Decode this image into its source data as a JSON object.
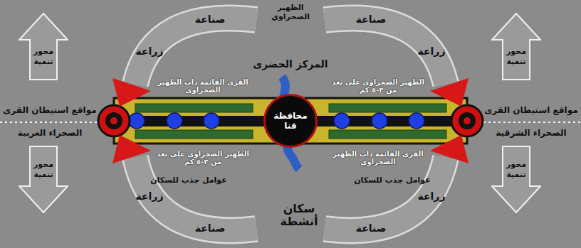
{
  "diagram": {
    "nodes": [
      {
        "text": [
          "محور تنمية"
        ]
      },
      {
        "text": [
          "محور تنمية"
        ]
      },
      {
        "text": [
          "محافظة قنا"
        ]
      },
      {
        "text": [
          "محور تنمية"
        ]
      },
      {
        "text": [
          "محور تنمية"
        ]
      }
    ],
    "labels": [
      "الظهير الصحراوي",
      "المركز الحضرى",
      "صناعة",
      "زراعة",
      "صناعة",
      "زراعة",
      "الظهير الصحراوي على بعد من ٣-٥ كم",
      "القرى القائمة ذات الظهير الصحراوي",
      "القرى القائمة ذات الظهير الصحراوي",
      "الظهير الصحراوي على بعد من ٣-٥ كم",
      "مواقع استيطان القرى",
      "الصحراء الشرقية",
      "مواقع استيطان القرى",
      "الصحراء الغربية",
      "عوامل جذب للسكان",
      "عوامل جذب للسكان",
      "زراعة",
      "صناعة",
      "زراعة",
      "صناعة",
      "سكان أنشطة"
    ]
  }
}
